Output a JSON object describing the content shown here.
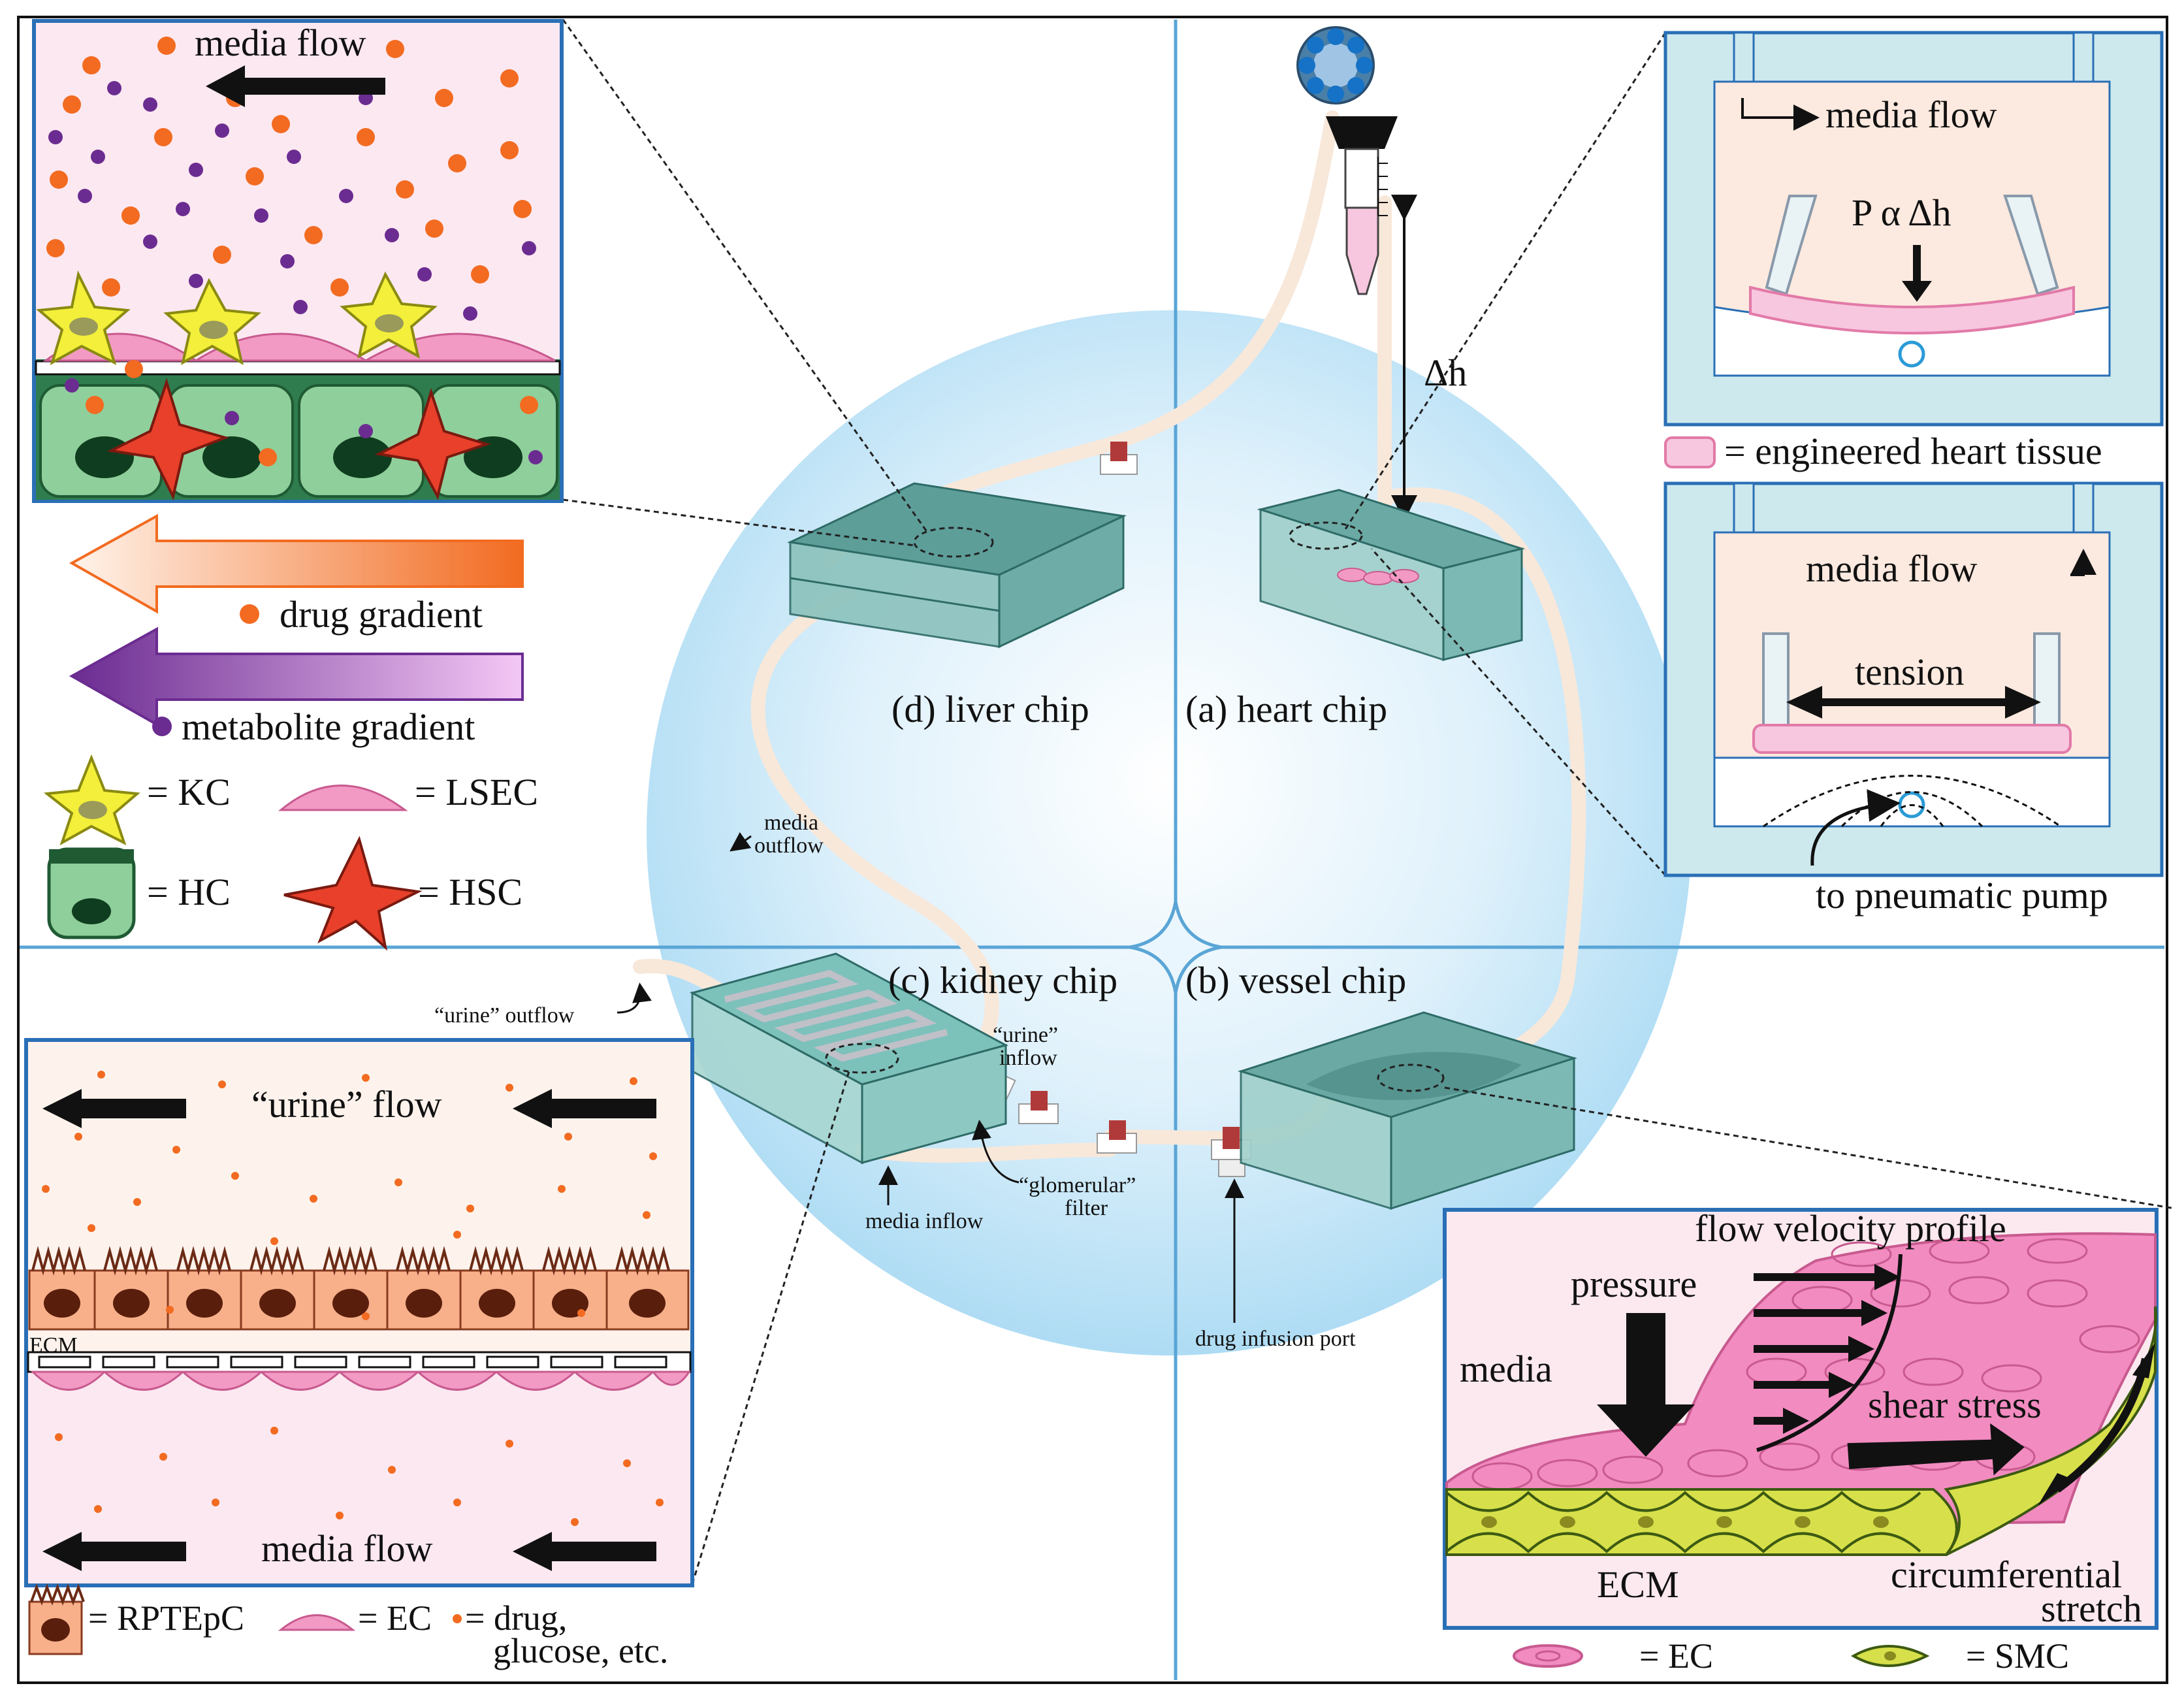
{
  "quadrants": {
    "liver": {
      "label": "(d) liver chip"
    },
    "heart": {
      "label": "(a) heart chip"
    },
    "kidney": {
      "label": "(c) kidney chip"
    },
    "vessel": {
      "label": "(b) vessel chip"
    }
  },
  "liver_panel": {
    "flow_label": "media flow",
    "drug_gradient": "drug gradient",
    "metabolite_gradient": "metabolite gradient",
    "legend": {
      "kc": "= KC",
      "lsec": "= LSEC",
      "hc": "= HC",
      "hsc": "= HSC"
    }
  },
  "heart_panel": {
    "flow_top": "media flow",
    "pressure": "P α Δh",
    "eht_legend": "= engineered heart tissue",
    "flow_bottom": "media flow",
    "tension": "tension",
    "pump": "to pneumatic pump",
    "delta_h": "Δh"
  },
  "center": {
    "media_outflow": "media\noutflow",
    "media_outflow_l1": "media",
    "media_outflow_l2": "outflow",
    "urine_outflow": "“urine” outflow",
    "urine_inflow_l1": "“urine”",
    "urine_inflow_l2": "inflow",
    "glomerular_l1": "“glomerular”",
    "glomerular_l2": "filter",
    "media_inflow": "media inflow",
    "drug_port": "drug infusion port"
  },
  "kidney_panel": {
    "urine_flow": "“urine” flow",
    "ecm": "ECM",
    "media_flow": "media flow",
    "legend_rptepc": "= RPTEpC",
    "legend_ec": "= EC",
    "legend_drug_l1": "= drug,",
    "legend_drug_l2": "glucose, etc."
  },
  "vessel_panel": {
    "velocity_profile": "flow velocity profile",
    "pressure": "pressure",
    "media": "media",
    "shear": "shear stress",
    "ecm": "ECM",
    "circ_l1": "circumferential",
    "circ_l2": "stretch",
    "legend_ec": "= EC",
    "legend_smc": "= SMC"
  },
  "colors": {
    "frame": "#2a6fb6",
    "axis": "#5aa5d6",
    "orange": "#f26b21",
    "purple": "#6b2c91",
    "pink": "#f29ac4",
    "green": "#4f9a6b",
    "yellow": "#f3ef3a"
  }
}
